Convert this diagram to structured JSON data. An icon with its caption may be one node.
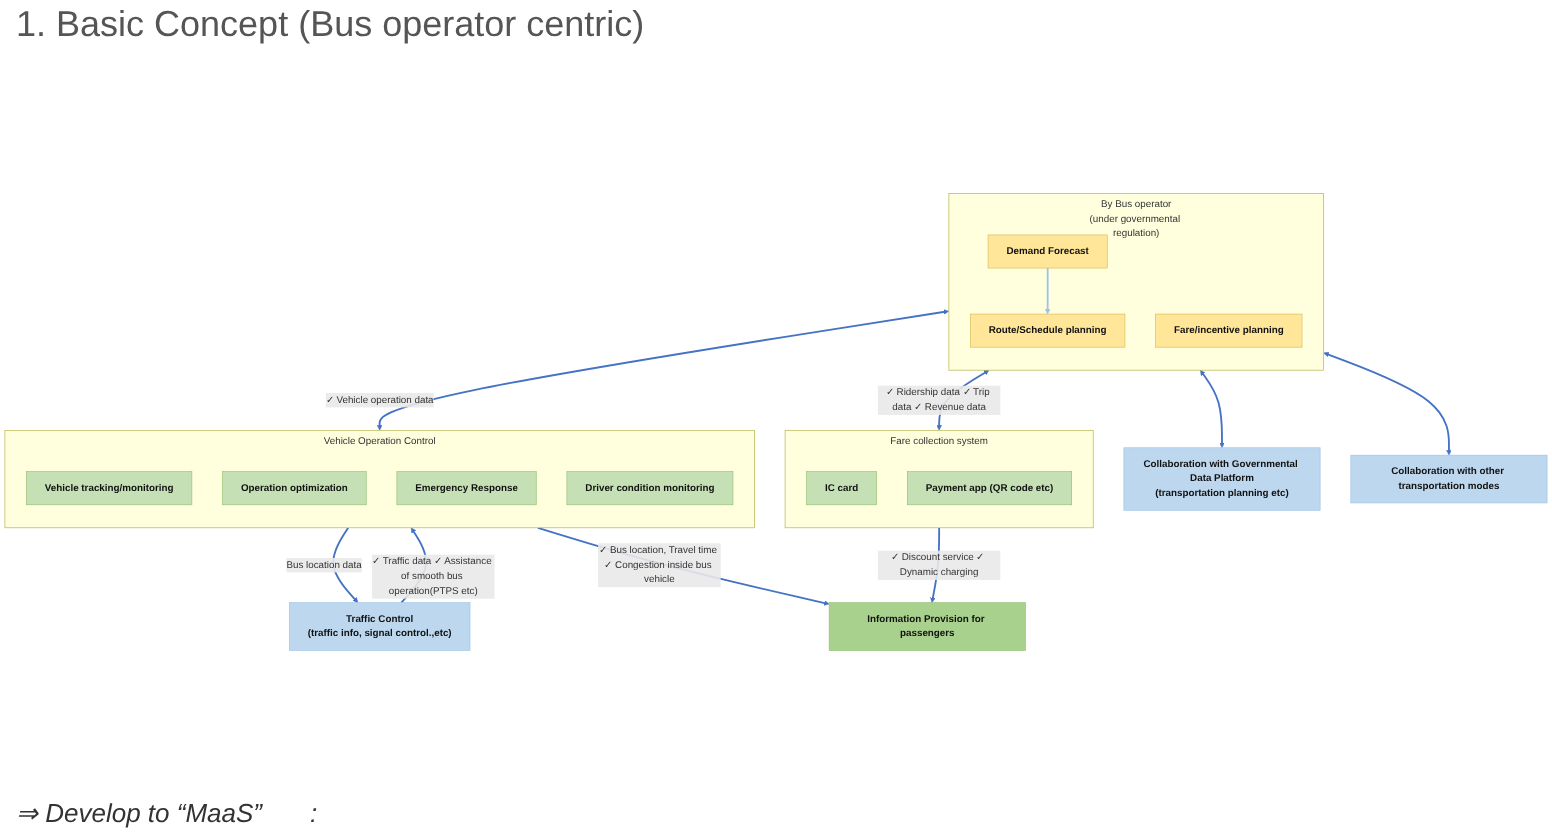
{
  "diagram": {
    "title": "1. Basic Concept (Bus operator centric)",
    "nodes": [
      {
        "text": [
          "By Bus operator",
          "(under governmental regulation)"
        ]
      },
      {
        "text": [
          "Demand Forecast"
        ],
        "in": 0
      },
      {
        "text": [
          "Route/Schedule planning"
        ],
        "in": 0
      },
      {
        "text": [
          "Fare/incentive planning"
        ],
        "in": 0
      },
      {
        "text": [
          "Collaboration with Governmental Data Platform",
          "(transportation planning etc)"
        ]
      },
      {
        "text": [
          "Collaboration with other transportation modes"
        ]
      },
      {
        "text": [
          "Traffic Control",
          "(traffic info, signal control.,etc)"
        ]
      },
      {
        "text": [
          "Vehicle Operation Control"
        ]
      },
      {
        "text": [
          "Vehicle tracking/monitoring"
        ],
        "in": 7
      },
      {
        "text": [
          "Operation optimization"
        ],
        "in": 7
      },
      {
        "text": [
          "Emergency Response"
        ],
        "in": 7
      },
      {
        "text": [
          "Driver condition monitoring"
        ],
        "in": 7
      },
      {
        "text": [
          "Fare collection system"
        ]
      },
      {
        "text": [
          "IC card"
        ],
        "in": 12
      },
      {
        "text": [
          "Payment app (QR code etc)"
        ],
        "in": 12
      },
      {
        "text": [
          "Information Provision for passengers"
        ]
      }
    ],
    "edges": [
      {
        "from": 1,
        "to": 2,
        "arrow": "to",
        "color": "#9dc3e6"
      },
      {
        "from": 0,
        "to": 4,
        "arrow": "both"
      },
      {
        "from": 0,
        "to": 5,
        "arrow": "both"
      },
      {
        "from": 6,
        "to": 7,
        "arrow": "to",
        "label": "✓ Traffic data ✓ Assistance of smooth bus operation(PTPS etc)"
      },
      {
        "from": 7,
        "to": 6,
        "arrow": "to",
        "label": "Bus location data"
      },
      {
        "from": 0,
        "to": 7,
        "arrow": "both",
        "label": "✓ Vehicle operation data"
      },
      {
        "from": 0,
        "to": 12,
        "arrow": "both",
        "label": "✓ Ridership data ✓ Trip data ✓ Revenue data"
      },
      {
        "from": 7,
        "to": 15,
        "arrow": "to",
        "label": "✓ Bus location, Travel time ✓ Congestion inside bus vehicle"
      },
      {
        "from": 12,
        "to": 15,
        "arrow": "to",
        "label": "✓ Discount service ✓ Dynamic charging"
      }
    ],
    "labels": [
      "⇒ Develop to “MaaS”",
      ":"
    ]
  }
}
